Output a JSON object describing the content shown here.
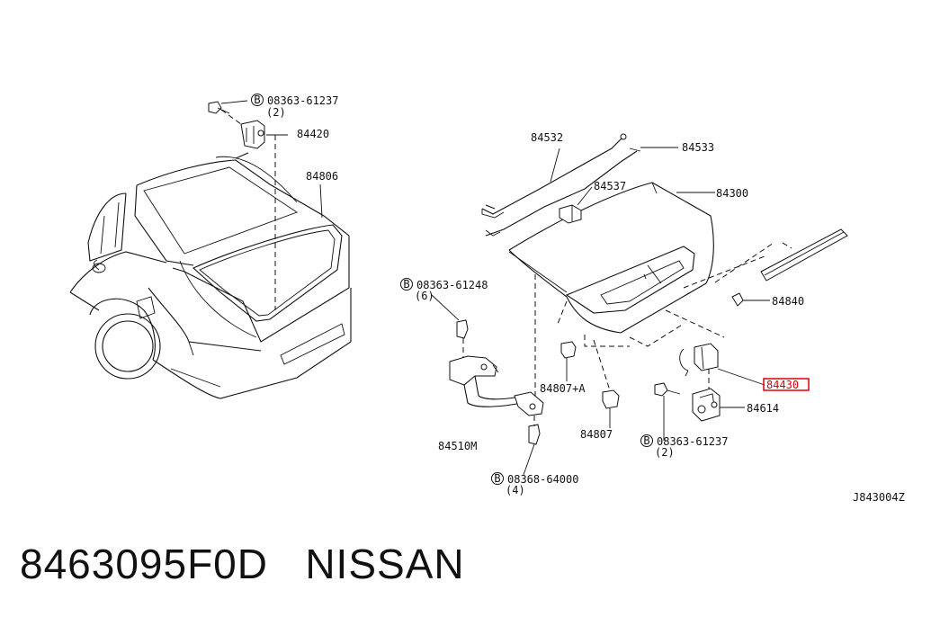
{
  "diagram": {
    "diagram_code": "J843004Z",
    "callouts": {
      "bolt_top": "08363-61237",
      "bolt_top_qty": "(2)",
      "hinge_top": "84420",
      "seal": "84806",
      "cable_a": "84532",
      "cable_b": "84533",
      "connector": "84537",
      "trunk_lid": "84300",
      "molding": "84840",
      "lock": "84430",
      "striker": "84614",
      "bolt_lock": "08363-61237",
      "bolt_lock_qty": "(2)",
      "bumper_a": "84807+A",
      "bumper_b": "84807",
      "hinge": "84510M",
      "bolt_hinge": "08363-61248",
      "bolt_hinge_qty": "(6)",
      "bolt_low": "08368-64000",
      "bolt_low_qty": "(4)",
      "b_mark": "B"
    }
  },
  "footer": {
    "part_number": "8463095F0D",
    "brand": "NISSAN"
  },
  "colors": {
    "line": "#111111",
    "highlight": "#e00000"
  }
}
